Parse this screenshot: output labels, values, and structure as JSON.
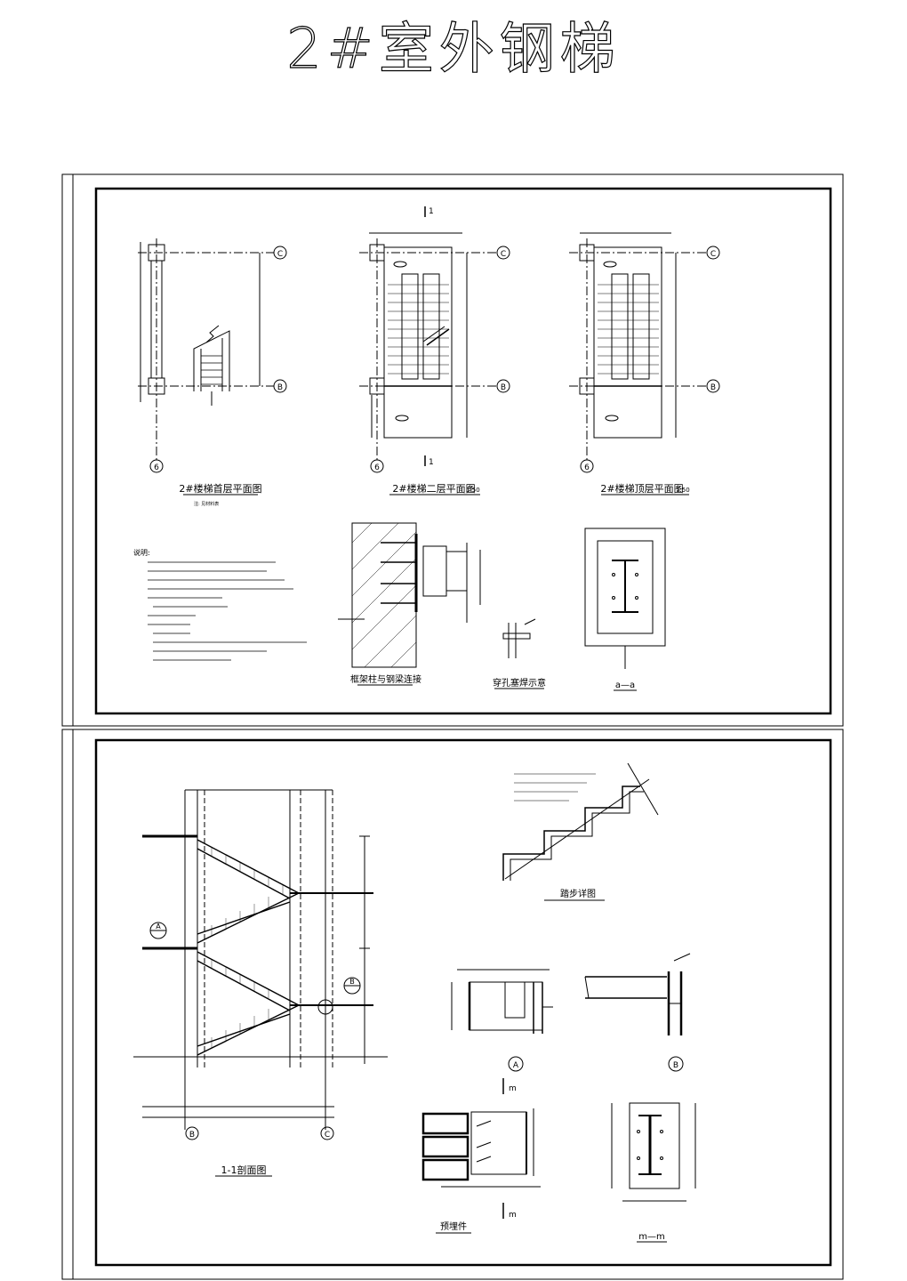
{
  "title": "2#室外钢梯",
  "sheet1": {
    "views": [
      {
        "name": "2#楼梯首层平面图",
        "scale": "",
        "note": "注: 见材料表"
      },
      {
        "name": "2#楼梯二层平面图",
        "scale": "1:50"
      },
      {
        "name": "2#楼梯顶层平面图",
        "scale": "1:50"
      }
    ],
    "axes": {
      "c": "C",
      "b": "B",
      "six": "6"
    },
    "section_mark": "1",
    "detail_titles": {
      "frame_conn": "框架柱与钢梁连接",
      "bolt_hole": "穿孔塞焊示意",
      "section_a": "a—a"
    },
    "notes_title": "说明:"
  },
  "sheet2": {
    "section_title": "1-1剖面图",
    "step_detail_title": "踏步详图",
    "embed_title": "预埋件",
    "section_m": "m—m",
    "callout_a": "A",
    "callout_b": "B",
    "axis_b": "B",
    "axis_c": "C",
    "m_mark": "m"
  }
}
